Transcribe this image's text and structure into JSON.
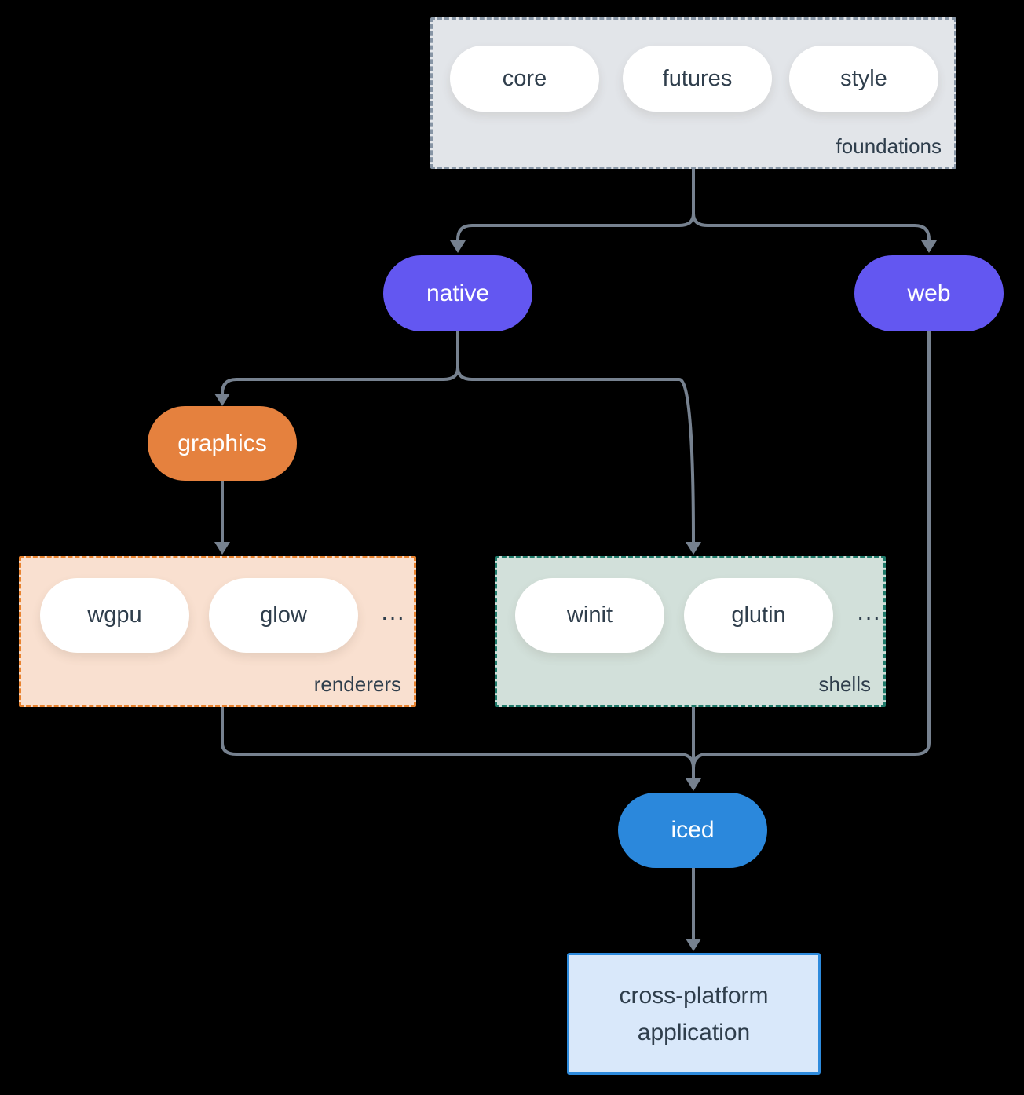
{
  "colors": {
    "background": "#000000",
    "connector": "#76818f",
    "node_purple": "#6357f1",
    "node_orange": "#e5813e",
    "node_blue": "#2b88dc",
    "group_foundations_fill": "#e2e5e9",
    "group_foundations_border": "#8795a5",
    "group_renderers_fill": "#f9e0d0",
    "group_renderers_border": "#e8822e",
    "group_shells_fill": "#d2e0da",
    "group_shells_border": "#1f7a6a",
    "app_fill": "#d9e8fa",
    "app_border": "#2e8bdd",
    "dark_text": "#2f3e4c",
    "light_text": "#ffffff"
  },
  "groups": {
    "foundations": {
      "label": "foundations",
      "pills": [
        "core",
        "futures",
        "style"
      ]
    },
    "renderers": {
      "label": "renderers",
      "pills": [
        "wgpu",
        "glow"
      ],
      "ellipsis": "..."
    },
    "shells": {
      "label": "shells",
      "pills": [
        "winit",
        "glutin"
      ],
      "ellipsis": "..."
    }
  },
  "nodes": {
    "native": {
      "label": "native"
    },
    "web": {
      "label": "web"
    },
    "graphics": {
      "label": "graphics"
    },
    "iced": {
      "label": "iced"
    },
    "application": {
      "label": "cross-platform application"
    }
  }
}
